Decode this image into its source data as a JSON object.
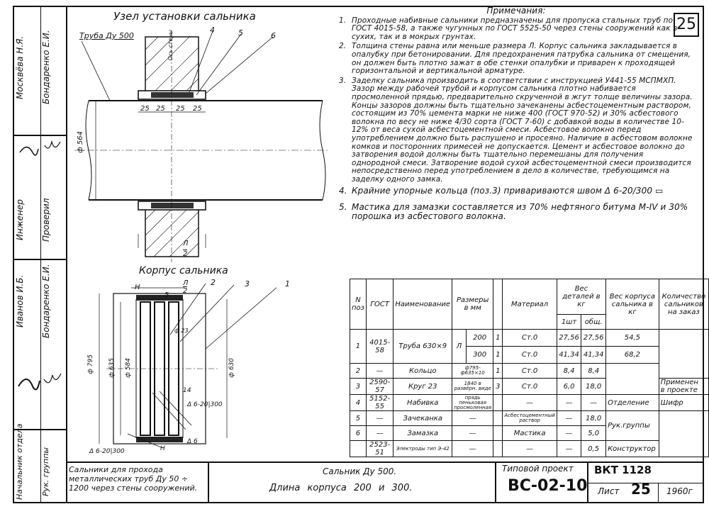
{
  "sheet_number_box": "25",
  "side_block": {
    "rows": [
      {
        "role": "Бондаренко Е.И.",
        "name": "Москвёва Н.Я."
      },
      {
        "role": "Проверил",
        "name": "Инженер"
      },
      {
        "role": "Бондаренко Е.И.",
        "name": "Иванов И.Б."
      },
      {
        "role": "Рук. группы",
        "name": "Начальник отдела"
      }
    ]
  },
  "drawing1": {
    "title": "Узел установки сальника",
    "pipe_label": "Труба Ду 500",
    "callouts": [
      "4",
      "5",
      "6"
    ],
    "axis_label": "Ось стены",
    "dims": [
      "25",
      "25",
      "25",
      "25"
    ],
    "diameter": "ф 564",
    "fraction_top": "Л",
    "fraction_bottom": "2"
  },
  "drawing2": {
    "title": "Корпус сальника",
    "callouts": [
      "1",
      "2",
      "3"
    ],
    "top_dims": [
      "Н",
      "5",
      "Л",
      "2"
    ],
    "d1": "ф 795",
    "d2": "ф 635",
    "d3": "ф 584",
    "d4": "ф 630",
    "d5": "ф 23",
    "dim14": "14",
    "weld1": "Δ 6-20|300",
    "weld2": "Δ 6-20|300",
    "weld3": "Δ 6",
    "bottom_dim": "Н"
  },
  "notes": {
    "heading": "Примечания:",
    "items": [
      {
        "n": "1.",
        "text": "Проходные набивные сальники предназначены для пропуска стальных труб по ГОСТ 4015-58, а также чугунных по ГОСТ 5525-50 через стены сооружений как в сухих, так и в мокрых грунтах."
      },
      {
        "n": "2.",
        "text": "Толщина стены равна или меньше размера Л. Корпус сальника закладывается в опалубку при бетонировании. Для предохранения патрубка сальника от смещения, он должен быть плотно зажат в обе стенки опалубки и приварен к проходящей горизонтальной и вертикальной арматуре."
      },
      {
        "n": "3.",
        "text": "Заделку сальника производить в соответствии с инструкцией У441-55 МСПМХП. Зазор между рабочей трубой и корпусом сальника плотно набивается просмоленной прядью, предварительно скрученной в жгут толще величины зазора. Концы зазоров должны быть тщательно зачеканены асбестоцементным раствором, состоящим из 70% цемента марки не ниже 400 (ГОСТ 970-52) и 30% асбестового волокна по весу не ниже 4/30 сорта (ГОСТ 7-60) с добавкой воды в количестве 10-12% от веса сухой асбестоцементной смеси. Асбестовое волокно перед употреблением должно быть распушено и просеяно. Наличие в асбестовом волокне комков и посторонних примесей не допускается. Цемент и асбестовое волокно до затворения водой должны быть тщательно перемешаны для получения однородной смеси. Затворение водой сухой асбестоцементной смеси производится непосредственно перед употреблением в дело в количестве, требующимся на заделку одного замка."
      },
      {
        "n": "4.",
        "text": "Крайние упорные кольца (поз.3) привариваются швом Δ 6-20/300 ▭"
      },
      {
        "n": "5.",
        "text": "Мастика для замазки составляется из 70% нефтяного битума М-IV и 30% порошка из асбестового волокна."
      }
    ]
  },
  "spec_table": {
    "headers": {
      "pos": "N поз",
      "gost": "ГОСТ",
      "name": "Наименование",
      "size": "Размеры в мм",
      "material": "Материал",
      "weight": "Вес деталей в кг",
      "w_pc": "1шт",
      "w_total": "общ.",
      "body_weight": "Вес корпуса сальника в кг",
      "qty": "Количество сальников на заказ"
    },
    "rows": [
      {
        "pos": "1",
        "gost": "4015-58",
        "name": "Труба 630×9",
        "size_a": "Л",
        "size_b": "200",
        "cnt": "1",
        "mat": "Ст.0",
        "w1": "27,56",
        "wt": "27,56",
        "body": "54,5",
        "note": ""
      },
      {
        "pos": "",
        "gost": "",
        "name": "",
        "size_a": "",
        "size_b": "300",
        "cnt": "1",
        "mat": "Ст.0",
        "w1": "41,34",
        "wt": "41,34",
        "body": "68,2",
        "note": ""
      },
      {
        "pos": "2",
        "gost": "—",
        "name": "Кольцо",
        "size_a": "ф795-ф635×10",
        "size_b": "",
        "cnt": "1",
        "mat": "Ст.0",
        "w1": "8,4",
        "wt": "8,4",
        "body": "",
        "note": "Применен"
      },
      {
        "pos": "3",
        "gost": "2590-57",
        "name": "Круг 23",
        "size_a": "1840 в развёрн. виде",
        "size_b": "",
        "cnt": "3",
        "mat": "Ст.0",
        "w1": "6,0",
        "wt": "18,0",
        "body": "",
        "note": "в проекте"
      },
      {
        "pos": "4",
        "gost": "5152-55",
        "name": "Набивка",
        "size_a": "прядь пеньковая просмоленная",
        "size_b": "",
        "cnt": "",
        "mat": "—",
        "w1": "—",
        "wt": "—",
        "body": "Отделение",
        "note": "Шифр"
      },
      {
        "pos": "5",
        "gost": "—",
        "name": "Зачеканка",
        "size_a": "—",
        "size_b": "",
        "cnt": "",
        "mat": "Асбестоцементный раствор",
        "w1": "—",
        "wt": "18,0",
        "body": "",
        "note": ""
      },
      {
        "pos": "6",
        "gost": "—",
        "name": "Замазка",
        "size_a": "—",
        "size_b": "",
        "cnt": "",
        "mat": "Мастика",
        "w1": "—",
        "wt": "5,0",
        "body": "Рук.группы",
        "note": ""
      },
      {
        "pos": "",
        "gost": "2523-51",
        "name": "Электроды тип Э-42",
        "size_a": "—",
        "size_b": "",
        "cnt": "",
        "mat": "—",
        "w1": "—",
        "wt": "0,5",
        "body": "Конструктор",
        "note": ""
      }
    ]
  },
  "title_block": {
    "left_text": "Сальники для прохода металлических труб Ду 50 ÷ 1200 через стены сооружений.",
    "middle_line1": "Сальник Ду 500.",
    "middle_line2": "Длина корпуса 200 и 300.",
    "project_type": "Типовой проект",
    "project_code": "ВС-02-10",
    "album": "ВКТ 1128",
    "sheet_label": "Лист",
    "sheet_num": "25",
    "year": "1960г"
  }
}
